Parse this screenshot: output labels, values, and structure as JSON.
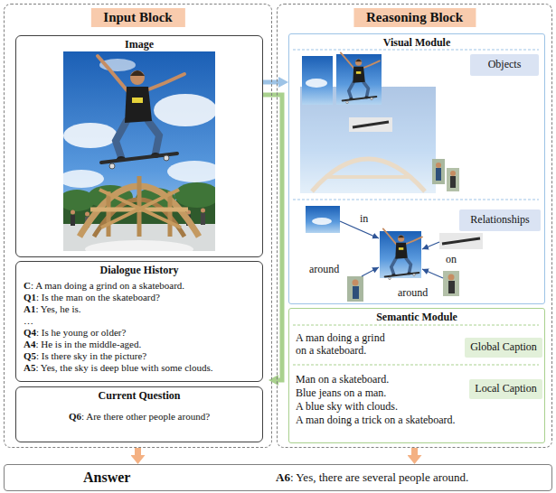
{
  "diagram": {
    "nodes": [
      {
        "text": [
          "Input Block"
        ]
      },
      {
        "text": [
          "Image"
        ],
        "in": 0
      },
      {
        "text": [
          "Dialogue History",
          "C: A man doing a grind on a skateboard.",
          "Q1: Is the man on the skateboard?",
          "A1: Yes, he is.",
          "…",
          "Q4: Is he young or older?",
          "A4: He is in the middle-aged.",
          "Q5: Is there sky in the picture?",
          "A5: Yes, the sky is deep blue with some clouds."
        ],
        "in": 0
      },
      {
        "text": [
          "Current Question",
          "Q6: Are there other people around?"
        ],
        "in": 0
      },
      {
        "text": [
          "Reasoning Block"
        ]
      },
      {
        "text": [
          "Visual Module"
        ],
        "in": 4
      },
      {
        "text": [
          "Objects"
        ],
        "in": 5
      },
      {
        "text": [
          "Relationships"
        ],
        "in": 5
      },
      {
        "text": [
          "Semantic Module"
        ],
        "in": 4
      },
      {
        "text": [
          "Global Caption"
        ],
        "in": 8
      },
      {
        "text": [
          "Local Caption"
        ],
        "in": 8
      },
      {
        "text": [
          "Answer",
          "A6: Yes, there are several people around."
        ]
      }
    ],
    "edges": [
      {
        "from": 1,
        "to": 5,
        "arrow": "to"
      },
      {
        "from": 1,
        "to": 8,
        "arrow": "to"
      },
      {
        "from": 0,
        "to": 11,
        "arrow": "to"
      },
      {
        "from": 4,
        "to": 11,
        "arrow": "to"
      }
    ],
    "labels": [
      "in",
      "on",
      "around",
      "around",
      "A man doing a grind on a skateboard.",
      "Man on a skateboard.",
      "Blue jeans on a man.",
      "A blue sky with clouds.",
      "A man doing a trick on a skateboard."
    ]
  }
}
